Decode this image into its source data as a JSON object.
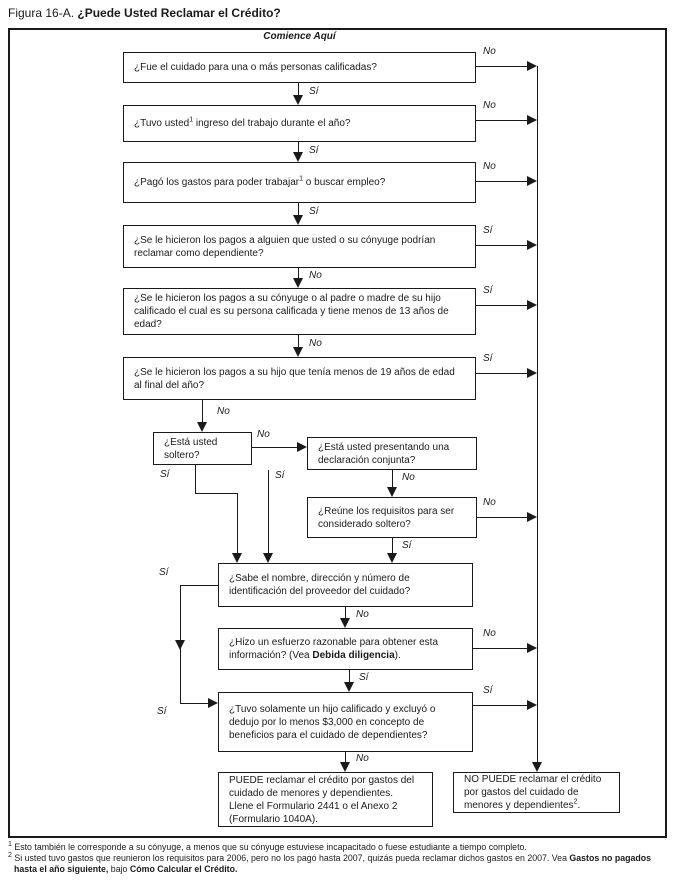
{
  "figure": {
    "title_prefix": "Figura 16-A. ",
    "title_main": "¿Puede Usted Reclamar el Crédito?",
    "start_label": "Comience Aquí"
  },
  "flow": {
    "yes": "Sí",
    "no": "No"
  },
  "nodes": {
    "q1": {
      "text": "¿Fue el cuidado para una o más personas calificadas?"
    },
    "q2": {
      "pre": "¿Tuvo usted",
      "sup": "1",
      "post": " ingreso del trabajo durante el año?"
    },
    "q3": {
      "pre": "¿Pagó los gastos para poder trabajar",
      "sup": "1",
      "post": " o buscar empleo?"
    },
    "q4": {
      "text": "¿Se le hicieron los pagos a alguien que usted o su cónyuge podrían reclamar como dependiente?"
    },
    "q5": {
      "text": "¿Se le hicieron los pagos a su cónyuge o al padre o madre de su hijo calificado el cual es su persona calificada y tiene menos de 13 años de edad?"
    },
    "q6": {
      "text": "¿Se le hicieron los pagos a su hijo que tenía menos de 19 años de edad al final del año?"
    },
    "soltero": {
      "text": "¿Está usted soltero?"
    },
    "conjunta": {
      "text": "¿Está usted presentando una declaración conjunta?"
    },
    "reune": {
      "text": "¿Reúne los requisitos para ser considerado soltero?"
    },
    "sabe": {
      "text": "¿Sabe el nombre, dirección y número de identificación del proveedor del cuidado?"
    },
    "hizo": {
      "pre": "¿Hizo un esfuerzo razonable para obtener esta información? (Vea ",
      "bold": "Debida diligencia",
      "post": ")."
    },
    "tuvo": {
      "text": "¿Tuvo solamente un hijo calificado y excluyó o dedujo por lo menos $3,000 en concepto de beneficios para el cuidado de dependientes?"
    },
    "puede": {
      "line1": "PUEDE reclamar el crédito por gastos del cuidado de menores y dependientes.",
      "line2": "Llene el Formulario 2441 o el Anexo 2 (Formulario 1040A)."
    },
    "nopuede": {
      "pre": "NO PUEDE reclamar el crédito por gastos del cuidado de menores y dependientes",
      "sup": "2",
      "post": "."
    }
  },
  "edges": [
    {
      "from": "q1",
      "label": "No",
      "to": "nopuede"
    },
    {
      "from": "q1",
      "label": "Sí",
      "to": "q2"
    },
    {
      "from": "q2",
      "label": "No",
      "to": "nopuede"
    },
    {
      "from": "q2",
      "label": "Sí",
      "to": "q3"
    },
    {
      "from": "q3",
      "label": "No",
      "to": "nopuede"
    },
    {
      "from": "q3",
      "label": "Sí",
      "to": "q4"
    },
    {
      "from": "q4",
      "label": "Sí",
      "to": "nopuede"
    },
    {
      "from": "q4",
      "label": "No",
      "to": "q5"
    },
    {
      "from": "q5",
      "label": "Sí",
      "to": "nopuede"
    },
    {
      "from": "q5",
      "label": "No",
      "to": "q6"
    },
    {
      "from": "q6",
      "label": "Sí",
      "to": "nopuede"
    },
    {
      "from": "q6",
      "label": "No",
      "to": "soltero"
    },
    {
      "from": "soltero",
      "label": "No",
      "to": "conjunta"
    },
    {
      "from": "soltero",
      "label": "Sí",
      "to": "sabe"
    },
    {
      "from": "conjunta",
      "label": "No",
      "to": "reune"
    },
    {
      "from": "conjunta",
      "label": "Sí",
      "to": "sabe"
    },
    {
      "from": "reune",
      "label": "No",
      "to": "nopuede"
    },
    {
      "from": "reune",
      "label": "Sí",
      "to": "sabe"
    },
    {
      "from": "sabe",
      "label": "No",
      "to": "hizo"
    },
    {
      "from": "sabe",
      "label": "Sí",
      "to": "tuvo"
    },
    {
      "from": "hizo",
      "label": "No",
      "to": "nopuede"
    },
    {
      "from": "hizo",
      "label": "Sí",
      "to": "tuvo"
    },
    {
      "from": "tuvo",
      "label": "Sí",
      "to": "nopuede"
    },
    {
      "from": "tuvo",
      "label": "No",
      "to": "puede"
    }
  ],
  "footnotes": {
    "f1": {
      "sup": "1",
      "text": " Esto también le corresponde a su cónyuge, a menos que su cónyuge estuviese incapacitado o fuese estudiante a tiempo completo."
    },
    "f2": {
      "sup": "2",
      "pre": " Si usted tuvo gastos que reunieron los requisitos para 2006, pero no los pagó hasta 2007, quizás pueda reclamar dichos gastos en 2007. Vea ",
      "bold1": "Gastos no pagados hasta el año siguiente,",
      "mid": " bajo ",
      "bold2": "Cómo Calcular el Crédito."
    }
  }
}
